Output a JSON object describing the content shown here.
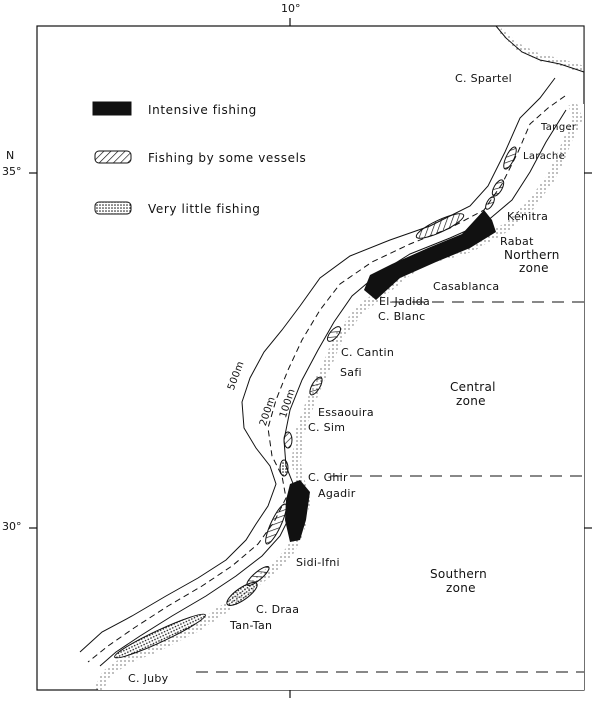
{
  "axis": {
    "lon_label": "10°",
    "lat_35_label": "35°",
    "lat_30_label": "30°",
    "north_letter": "N"
  },
  "legend": {
    "items": [
      {
        "label": "Intensive fishing",
        "pattern": "solid-black"
      },
      {
        "label": "Fishing by some vessels",
        "pattern": "diagonal-hatch"
      },
      {
        "label": "Very little fishing",
        "pattern": "dotted"
      }
    ]
  },
  "places": {
    "c_spartel": "C. Spartel",
    "tanger": "Tanger",
    "larache": "Larache",
    "kenitra": "Kénitra",
    "rabat": "Rabat",
    "casablanca": "Casablanca",
    "el_jadida": "El-Jadida",
    "c_blanc": "C. Blanc",
    "c_cantin": "C. Cantin",
    "safi": "Safi",
    "essaouira": "Essaouira",
    "c_sim": "C. Sim",
    "c_ghir": "C. Ghir",
    "agadir": "Agadir",
    "sidi_ifni": "Sidi-Ifni",
    "c_draa": "C. Draa",
    "tan_tan": "Tan-Tan",
    "c_juby": "C. Juby"
  },
  "zones": {
    "northern_1": "Northern",
    "northern_2": "zone",
    "central_1": "Central",
    "central_2": "zone",
    "southern_1": "Southern",
    "southern_2": "zone"
  },
  "depths": {
    "d500": "500m",
    "d200": "200m",
    "d100": "100m"
  },
  "colors": {
    "ink": "#111111",
    "paper": "#ffffff"
  }
}
